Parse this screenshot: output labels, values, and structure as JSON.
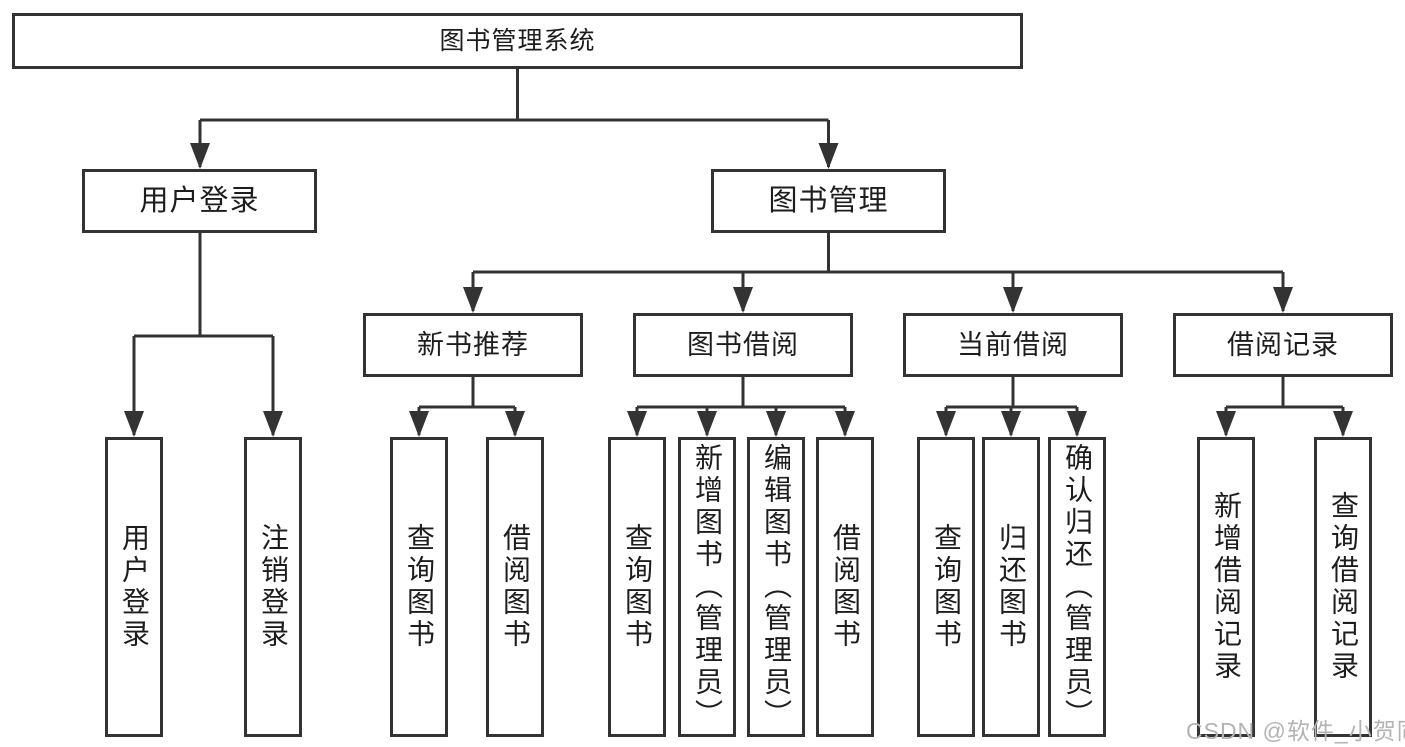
{
  "tree": {
    "label": "图书管理系统",
    "children": [
      {
        "label": "用户登录",
        "children": [
          {
            "label": "用户登录"
          },
          {
            "label": "注销登录"
          }
        ]
      },
      {
        "label": "图书管理",
        "children": [
          {
            "label": "新书推荐",
            "children": [
              {
                "label": "查询图书"
              },
              {
                "label": "借阅图书"
              }
            ]
          },
          {
            "label": "图书借阅",
            "children": [
              {
                "label": "查询图书"
              },
              {
                "label": "新增图书（管理员）"
              },
              {
                "label": "编辑图书（管理员）"
              },
              {
                "label": "借阅图书"
              }
            ]
          },
          {
            "label": "当前借阅",
            "children": [
              {
                "label": "查询图书"
              },
              {
                "label": "归还图书"
              },
              {
                "label": "确认归还（管理员）"
              }
            ]
          },
          {
            "label": "借阅记录",
            "children": [
              {
                "label": "新增借阅记录"
              },
              {
                "label": "查询借阅记录"
              }
            ]
          }
        ]
      }
    ]
  },
  "watermark": {
    "text": "CSDN @软件_小贺同学",
    "color": "#b3b3b3"
  },
  "colors": {
    "line": "#333333",
    "box_border": "#333333",
    "box_background": "#ffffff",
    "text": "#1d1d1d",
    "page_background": "#ffffff"
  }
}
